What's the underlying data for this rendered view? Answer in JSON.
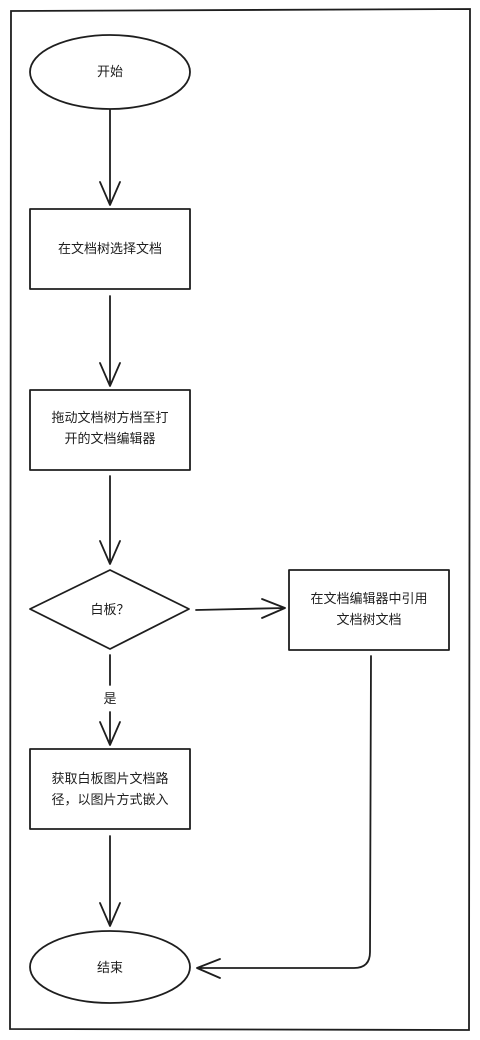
{
  "flowchart": {
    "start": "开始",
    "select_doc": "在文档树选择文档",
    "drag_doc_line1": "拖动文档树方档至打",
    "drag_doc_line2": "开的文档编辑器",
    "whiteboard_question": "白板？",
    "reference_line1": "在文档编辑器中引用",
    "reference_line2": "文档树文档",
    "yes_label": "是",
    "embed_line1": "获取白板图片文档路",
    "embed_line2": "径，以图片方式嵌入",
    "end": "结束"
  }
}
